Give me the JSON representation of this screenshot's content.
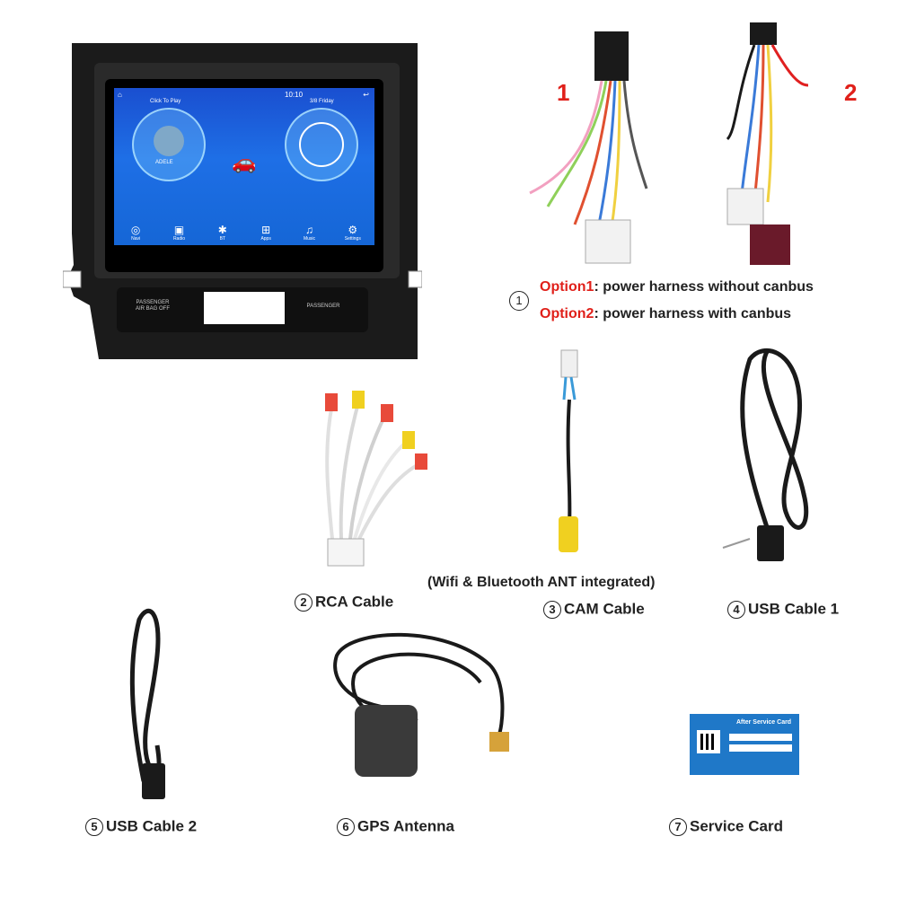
{
  "head_unit": {
    "time": "10:10",
    "card_left": "Click To Play",
    "card_right": "3/8 Friday",
    "album_artist": "ADELE",
    "dock": [
      "Navi",
      "Radio",
      "BT",
      "Apps",
      "Music",
      "Settings"
    ],
    "panel_left": "PASSENGER\nAIR BAG OFF",
    "panel_right": "PASSENGER"
  },
  "harness": {
    "num1": "1",
    "num2": "2",
    "marker": "1",
    "option1_key": "Option1",
    "option1_text": ": power harness without canbus",
    "option2_key": "Option2",
    "option2_text": ": power harness with canbus"
  },
  "items": {
    "rca": {
      "num": "2",
      "label": "RCA Cable"
    },
    "ant_note": "(Wifi & Bluetooth ANT integrated)",
    "cam": {
      "num": "3",
      "label": "CAM Cable"
    },
    "usb1": {
      "num": "4",
      "label": "USB Cable 1"
    },
    "usb2": {
      "num": "5",
      "label": "USB Cable 2"
    },
    "gps": {
      "num": "6",
      "label": "GPS Antenna"
    },
    "card": {
      "num": "7",
      "label": "Service Card"
    }
  },
  "service_card": {
    "title": "After Service Card"
  },
  "colors": {
    "accent_red": "#e0201a",
    "card_blue": "#1f78c8"
  }
}
